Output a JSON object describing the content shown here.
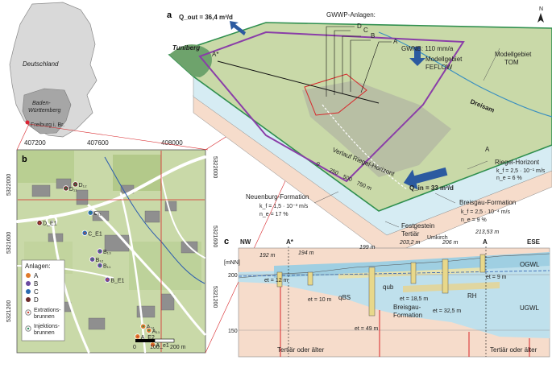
{
  "panel_map": {
    "country_label": "Deutschland",
    "state_label_1": "Baden-",
    "state_label_2": "Württemberg",
    "city_label": "Freiburg i. Br."
  },
  "panel_b": {
    "letter": "b",
    "x_ticks": [
      "407200",
      "407600",
      "408000"
    ],
    "y_ticks_left": [
      "5322000",
      "5321600",
      "5321200"
    ],
    "y_ticks_right": [
      "5322000",
      "5321600",
      "5321200"
    ],
    "legend_title": "Anlagen:",
    "legend_items": [
      {
        "label": "A",
        "color": "#e07a2a"
      },
      {
        "label": "B",
        "color": "#6b4aa0"
      },
      {
        "label": "C",
        "color": "#2a6ab0"
      },
      {
        "label": "D",
        "color": "#6b2a2a"
      }
    ],
    "extraction_label_1": "Extrations-",
    "extraction_label_2": "brunnen",
    "injection_label_1": "Injektions-",
    "injection_label_2": "brunnen",
    "scale_labels": [
      "0",
      "100",
      "200 m"
    ],
    "wells": [
      {
        "name": "D₁₁",
        "nx": 0.26,
        "ny": 0.19
      },
      {
        "name": "D₁₂",
        "nx": 0.31,
        "ny": 0.17
      },
      {
        "name": "C₁₁",
        "nx": 0.39,
        "ny": 0.31
      },
      {
        "name": "D_E1",
        "nx": 0.12,
        "ny": 0.36
      },
      {
        "name": "C_E1",
        "nx": 0.36,
        "ny": 0.41
      },
      {
        "name": "B₁₃",
        "nx": 0.44,
        "ny": 0.5
      },
      {
        "name": "B₁₂",
        "nx": 0.4,
        "ny": 0.54
      },
      {
        "name": "B₁₁",
        "nx": 0.44,
        "ny": 0.57
      },
      {
        "name": "B_E1",
        "nx": 0.48,
        "ny": 0.64
      },
      {
        "name": "A₁₂",
        "nx": 0.67,
        "ny": 0.87
      },
      {
        "name": "A₁₁",
        "nx": 0.7,
        "ny": 0.89
      },
      {
        "name": "A_E2",
        "nx": 0.64,
        "ny": 0.92
      },
      {
        "name": "A_e1",
        "nx": 0.72,
        "ny": 0.96
      }
    ]
  },
  "panel_a": {
    "letter": "a",
    "q_out": "Q_out = 36,4 m³/d",
    "q_in": "Q_in = 33 m³/d",
    "gwwp_title": "GWWP-Anlagen:",
    "gwwp_letters": [
      "D",
      "C",
      "B",
      "A"
    ],
    "gwnb": "GWNB: 110 mm/a",
    "model_feflow_1": "Modellgebiet",
    "model_feflow_2": "FEFLOW",
    "model_tom_1": "Modellgebiet",
    "model_tom_2": "TOM",
    "tuniberg": "Tuniberg",
    "a_star": "A*",
    "a_label": "A",
    "dreisam": "Dreisam",
    "riegel_trace": "Verlauf Riegel-Horizont",
    "scale": [
      "0",
      "250",
      "500",
      "750 m"
    ],
    "riegel_1": "Riegel-Horizont",
    "riegel_2": "k_f = 2,5 · 10⁻¹ m/s",
    "riegel_3": "n_e = 6 %",
    "neuenburg_1": "Neuenburg-Formation",
    "neuenburg_2": "k_f = 1,5 · 10⁻³ m/s",
    "neuenburg_3": "n_e = 17 %",
    "breisgau_1": "Breisgau-Formation",
    "breisgau_2": "k_f = 2,5 · 10⁻⁴ m/s",
    "breisgau_3": "n_e = 9 %",
    "fest_1": "Festgestein",
    "fest_2": "Tertiär",
    "north": "N"
  },
  "panel_c": {
    "letter": "c",
    "nw": "NW",
    "ese": "ESE",
    "a_star": "A*",
    "a_label": "A",
    "axis_label": "[mNN]",
    "y_ticks": [
      "200",
      "150"
    ],
    "elevations": [
      "192 m",
      "194 m",
      "199 m",
      "203,2 m",
      "206 m",
      "213,53 m"
    ],
    "umkirch": "Umkirch",
    "ogwl": "OGWL",
    "ugwl": "UGWL",
    "qub": "qub",
    "qbs": "qBS",
    "rh": "RH",
    "breisgau_1": "Breisgau-",
    "breisgau_2": "Formation",
    "et_labels": [
      "et = 12 m",
      "et = 10 m",
      "et = 49 m",
      "et = 18,5 m",
      "et = 32,5 m",
      "et = 9 m"
    ],
    "tertiar_1": "Tertiär oder älter",
    "tertiar_2": "Tertiär oder älter"
  },
  "colors": {
    "map_bg": "#c9d9a8",
    "water": "#bfe0ec",
    "quaternary": "#d6ecf3",
    "tertiary": "#f6dccb",
    "purple": "#8a3ea8",
    "red": "#d8262a",
    "green_edge": "#2f8f4e",
    "arrow": "#2c5aa0"
  }
}
